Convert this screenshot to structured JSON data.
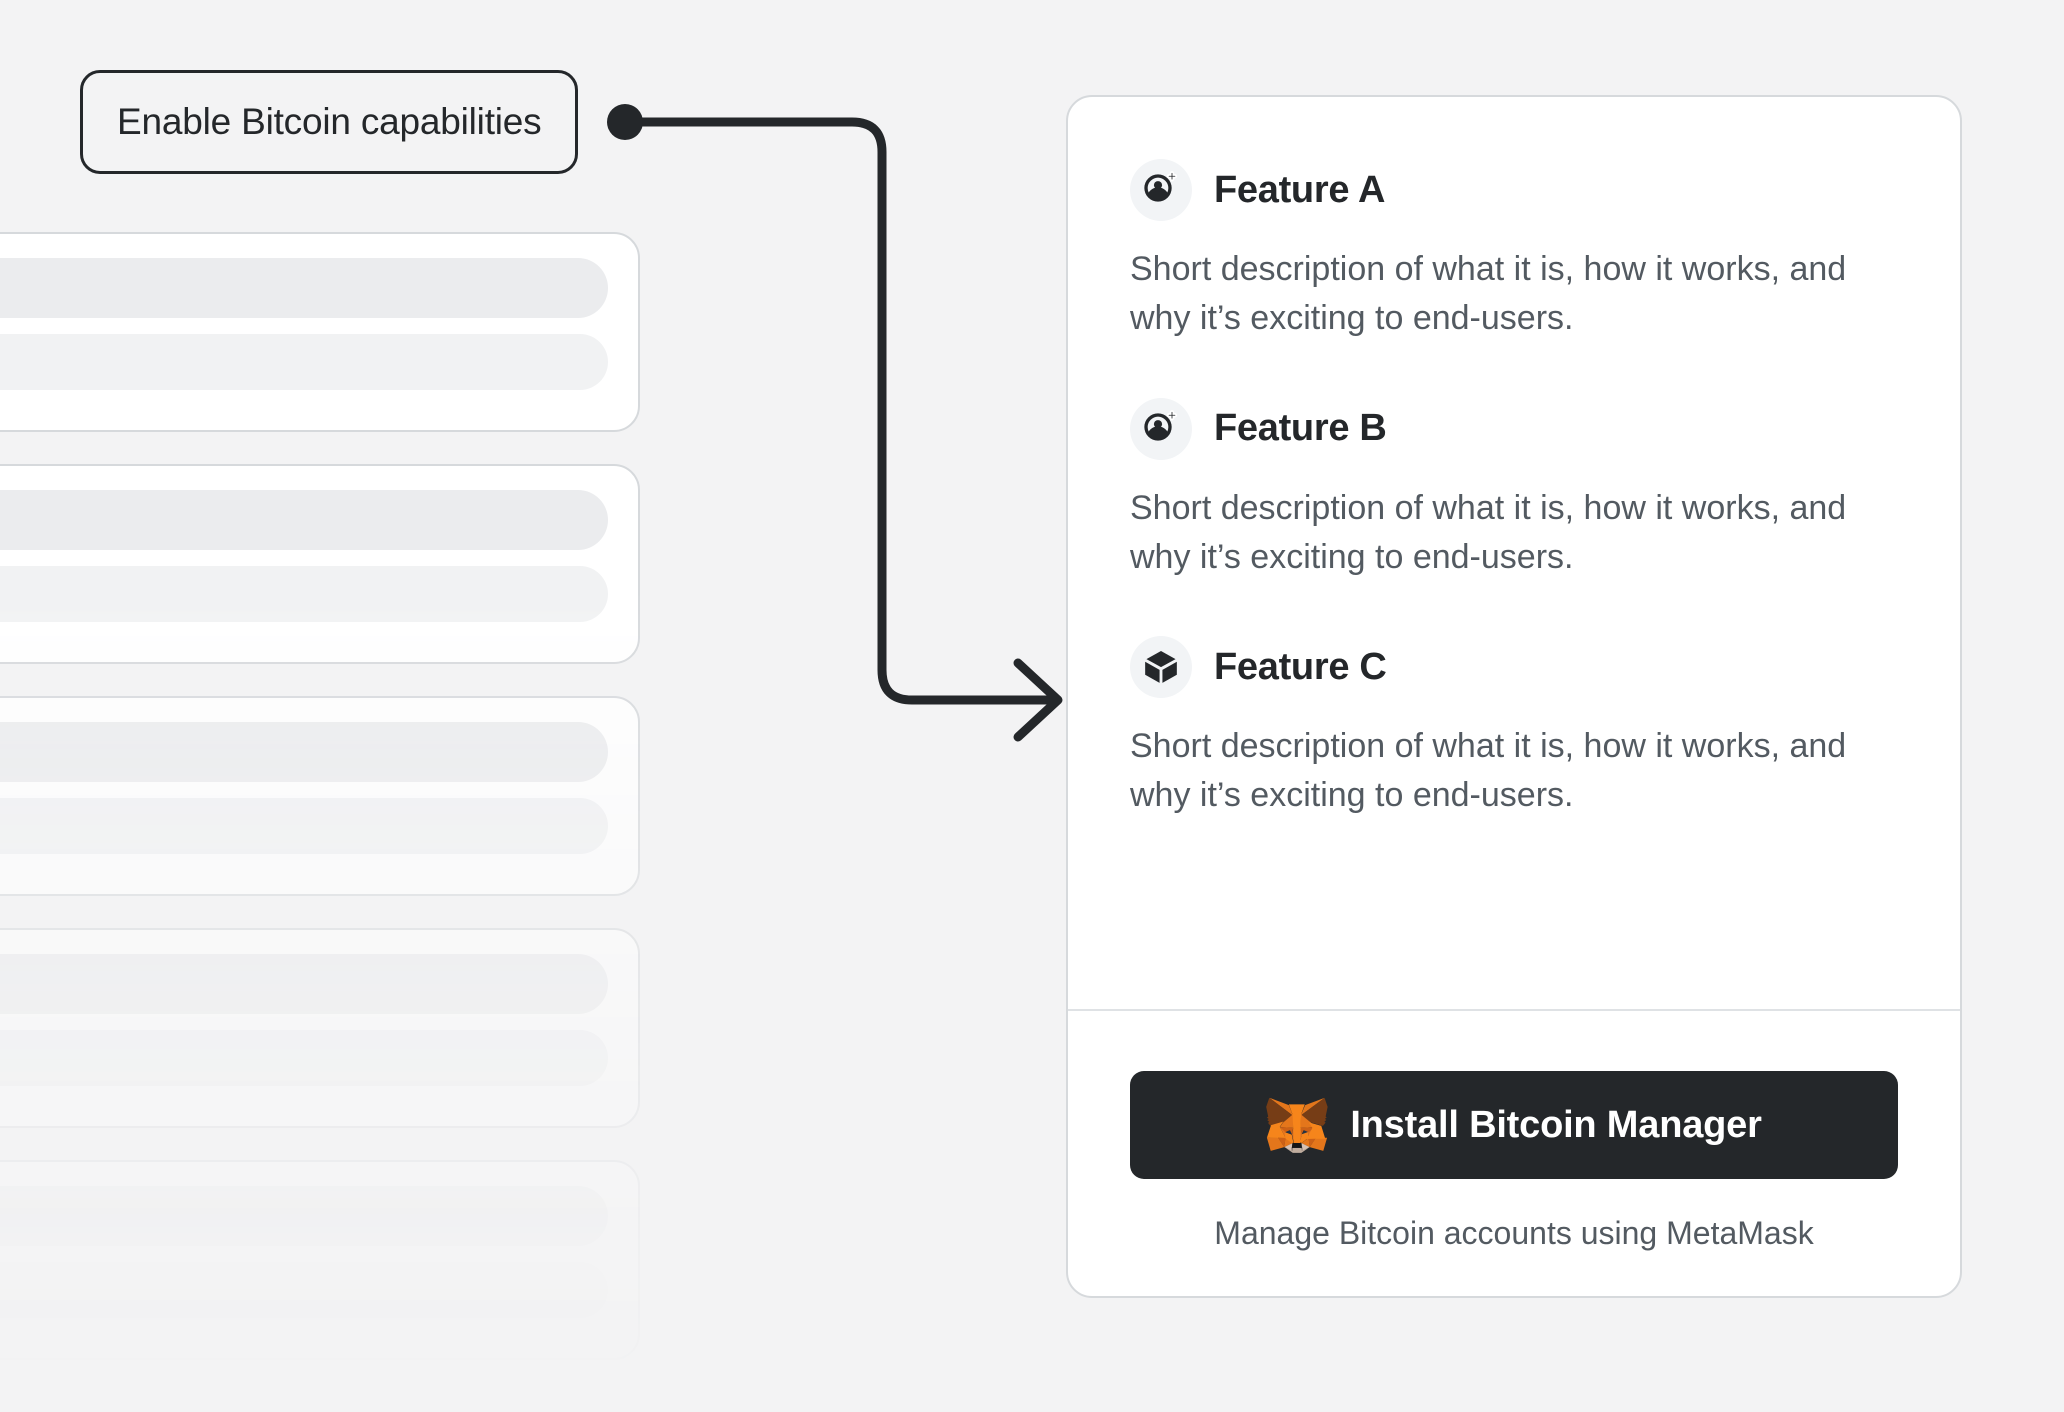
{
  "background": {
    "canvas_color": "#f3f3f4",
    "skeleton_cards": [
      {
        "name": "skeleton-card-1"
      },
      {
        "name": "skeleton-card-2"
      },
      {
        "name": "skeleton-card-3"
      },
      {
        "name": "skeleton-card-4"
      },
      {
        "name": "skeleton-card-5"
      }
    ]
  },
  "annotation": {
    "label": "Enable Bitcoin capabilities",
    "border_color": "#24272a",
    "connector_color": "#24272a",
    "connector_shape": "right-then-down-then-right-with-arrow"
  },
  "card": {
    "background_color": "#ffffff",
    "border_color": "#d6d9dc",
    "features": [
      {
        "icon": "user-plus-icon",
        "title": "Feature A",
        "description": "Short description of what it is, how it works, and why it’s exciting to end-users."
      },
      {
        "icon": "user-plus-icon",
        "title": "Feature B",
        "description": "Short description of what it is, how it works, and why it’s exciting to end-users."
      },
      {
        "icon": "cube-icon",
        "title": "Feature C",
        "description": "Short description of what it is, how it works, and why it’s exciting to end-users."
      }
    ],
    "footer": {
      "install_button_label": "Install Bitcoin Manager",
      "install_button_icon": "metamask-fox-icon",
      "install_button_color": "#24272a",
      "install_button_text_color": "#ffffff",
      "caption": "Manage Bitcoin accounts using MetaMask"
    }
  }
}
